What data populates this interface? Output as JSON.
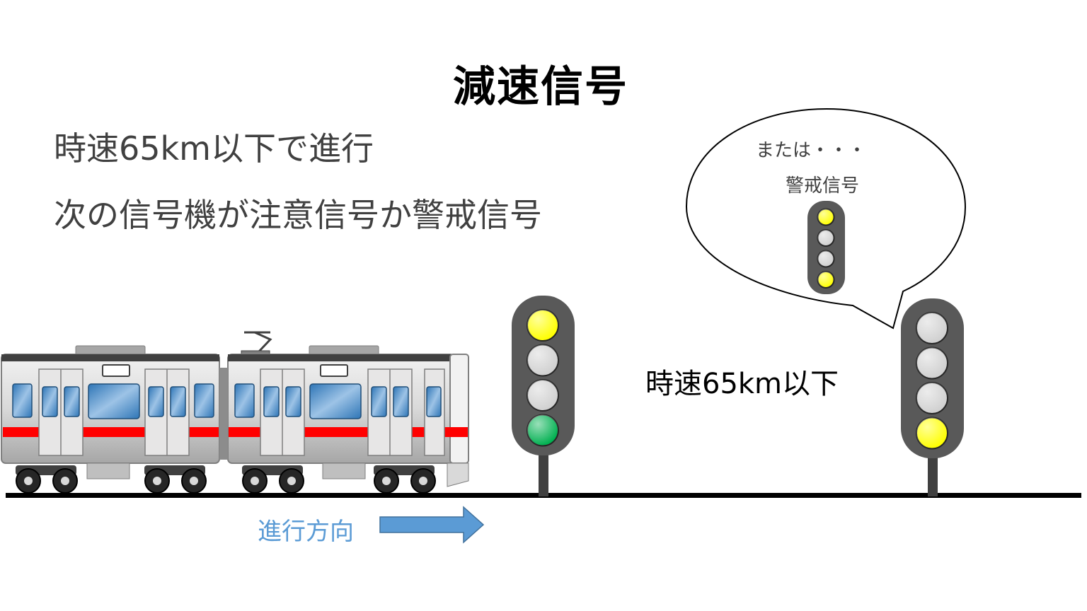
{
  "title": "減速信号",
  "description_lines": [
    "時速65km以下で進行",
    "次の信号機が注意信号か警戒信号"
  ],
  "speed_label": "時速65km以下",
  "direction_label": "進行方向",
  "bubble": {
    "text": "または・・・",
    "signal_name": "警戒信号",
    "signal_lamps": [
      "yellow",
      "off",
      "off",
      "yellow"
    ]
  },
  "signals": {
    "near": {
      "lamps": [
        "yellow",
        "off",
        "off",
        "green"
      ]
    },
    "far": {
      "lamps": [
        "off",
        "off",
        "off",
        "yellow"
      ]
    }
  },
  "colors": {
    "yellow": "#ffff00",
    "green": "#00b050",
    "off": "#d0d0d0",
    "signal_body": "#595959",
    "train_stripe": "#ff0000",
    "train_window": "#4a8cd8",
    "arrow": "#5b9bd5"
  }
}
